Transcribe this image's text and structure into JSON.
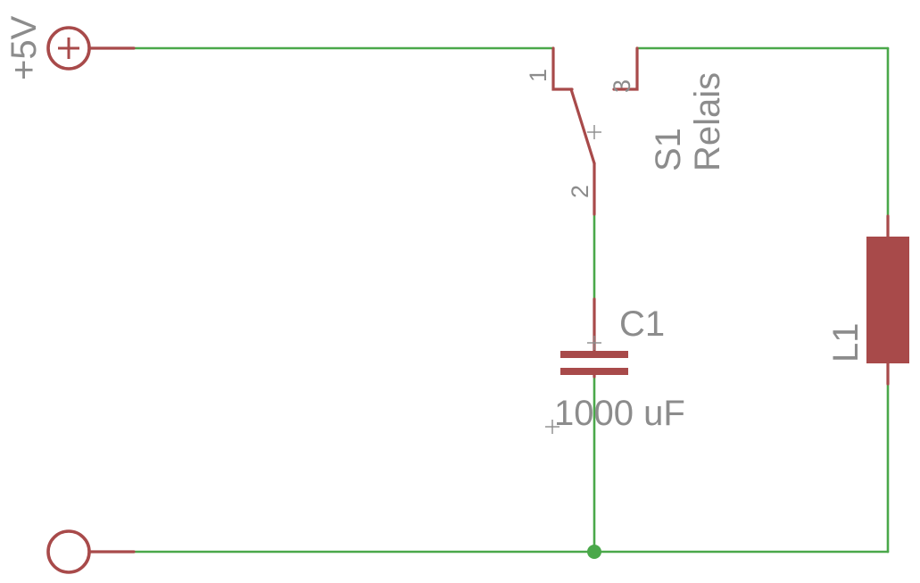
{
  "colors": {
    "wire": "#4aa84a",
    "symbol": "#a84a4a",
    "label": "#8c8c8c",
    "background": "#ffffff"
  },
  "supply": {
    "label": "+5V",
    "symbol": "+"
  },
  "switch": {
    "name": "S1",
    "value": "Relais",
    "pin1": "1",
    "pin2": "2",
    "pin3": "3"
  },
  "capacitor": {
    "name": "C1",
    "value": "1000 uF"
  },
  "load": {
    "name": "L1"
  }
}
